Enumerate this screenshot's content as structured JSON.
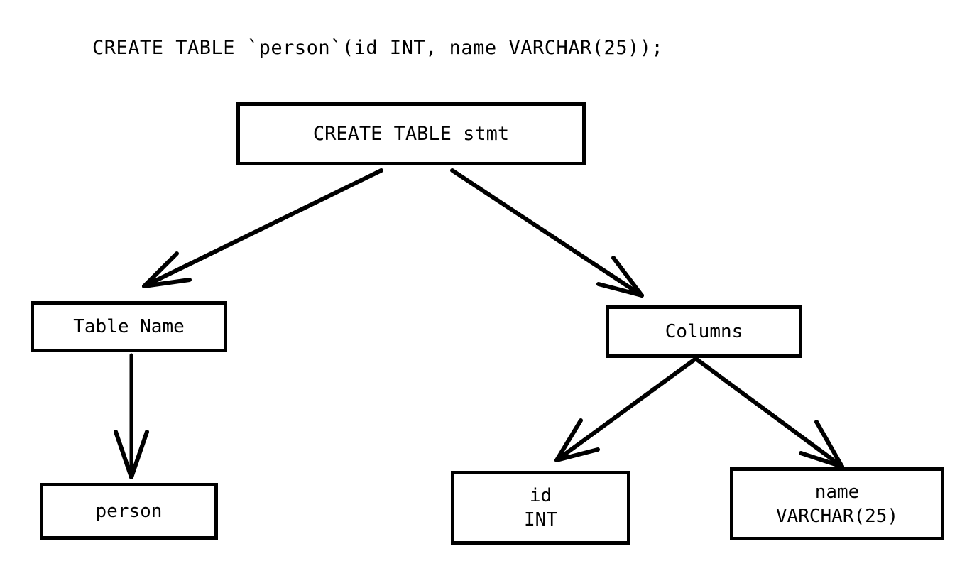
{
  "diagram": {
    "title": "CREATE TABLE `person`(id INT, name VARCHAR(25));",
    "type": "parse-tree",
    "background_color": "#ffffff",
    "stroke_color": "#000000",
    "nodes": [
      {
        "id": "root",
        "label": "CREATE TABLE stmt",
        "line1": "CREATE TABLE stmt",
        "line2": ""
      },
      {
        "id": "table_name",
        "label": "Table Name",
        "line1": "Table Name",
        "line2": ""
      },
      {
        "id": "person",
        "label": "person",
        "line1": "person",
        "line2": ""
      },
      {
        "id": "columns",
        "label": "Columns",
        "line1": "Columns",
        "line2": ""
      },
      {
        "id": "col_id",
        "label": "id INT",
        "line1": "id",
        "line2": "INT"
      },
      {
        "id": "col_name",
        "label": "name VARCHAR(25)",
        "line1": "name",
        "line2": "VARCHAR(25)"
      }
    ],
    "edges": [
      {
        "from": "root",
        "to": "table_name"
      },
      {
        "from": "root",
        "to": "columns"
      },
      {
        "from": "table_name",
        "to": "person"
      },
      {
        "from": "columns",
        "to": "col_id"
      },
      {
        "from": "columns",
        "to": "col_name"
      }
    ]
  }
}
